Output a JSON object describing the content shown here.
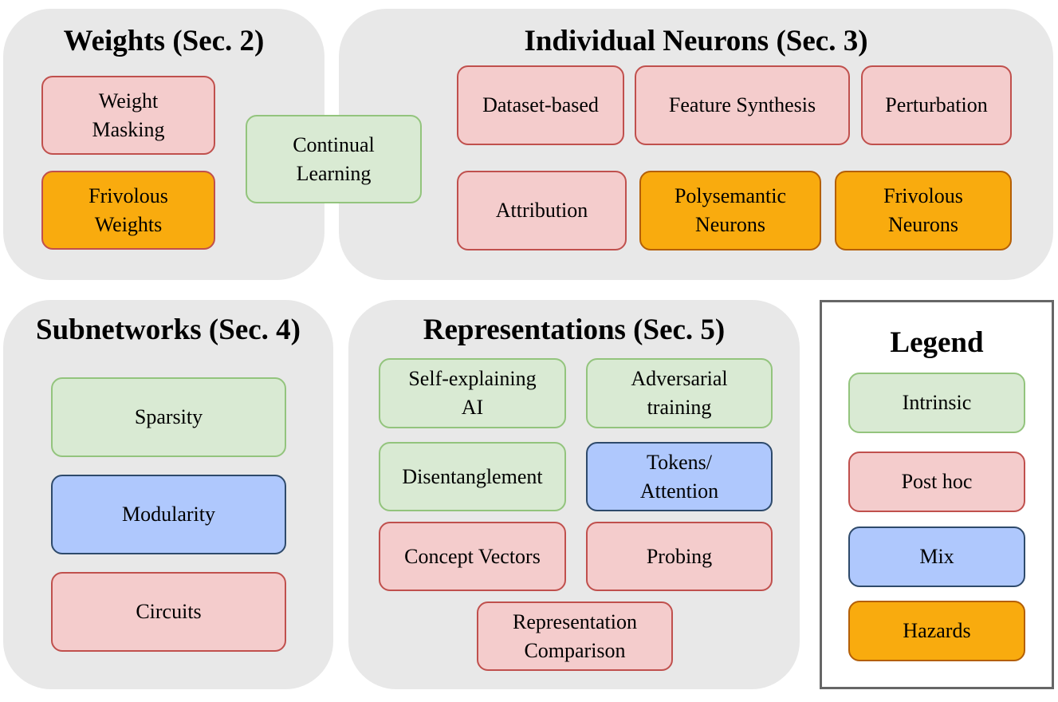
{
  "panels": {
    "weights": {
      "title": "Weights (Sec. 2)",
      "weight_masking": "Weight\nMasking",
      "frivolous_weights": "Frivolous\nWeights"
    },
    "continual_learning": "Continual\nLearning",
    "neurons": {
      "title": "Individual Neurons (Sec. 3)",
      "dataset_based": "Dataset-based",
      "feature_synthesis": "Feature Synthesis",
      "perturbation": "Perturbation",
      "attribution": "Attribution",
      "polysemantic_neurons": "Polysemantic\nNeurons",
      "frivolous_neurons": "Frivolous\nNeurons"
    },
    "subnetworks": {
      "title": "Subnetworks (Sec. 4)",
      "sparsity": "Sparsity",
      "modularity": "Modularity",
      "circuits": "Circuits"
    },
    "representations": {
      "title": "Representations (Sec. 5)",
      "self_explaining_ai": "Self-explaining\nAI",
      "adversarial_training": "Adversarial\ntraining",
      "disentanglement": "Disentanglement",
      "tokens_attention": "Tokens/\nAttention",
      "concept_vectors": "Concept Vectors",
      "probing": "Probing",
      "representation_comparison": "Representation\nComparison"
    }
  },
  "legend": {
    "title": "Legend",
    "intrinsic": "Intrinsic",
    "post_hoc": "Post hoc",
    "mix": "Mix",
    "hazards": "Hazards"
  },
  "colors": {
    "intrinsic_fill": "#d9ead3",
    "post_hoc_fill": "#f4cccc",
    "mix_fill": "#afc8fd",
    "hazards_fill": "#f9ab0e",
    "panel_fill": "#e8e8e8"
  }
}
